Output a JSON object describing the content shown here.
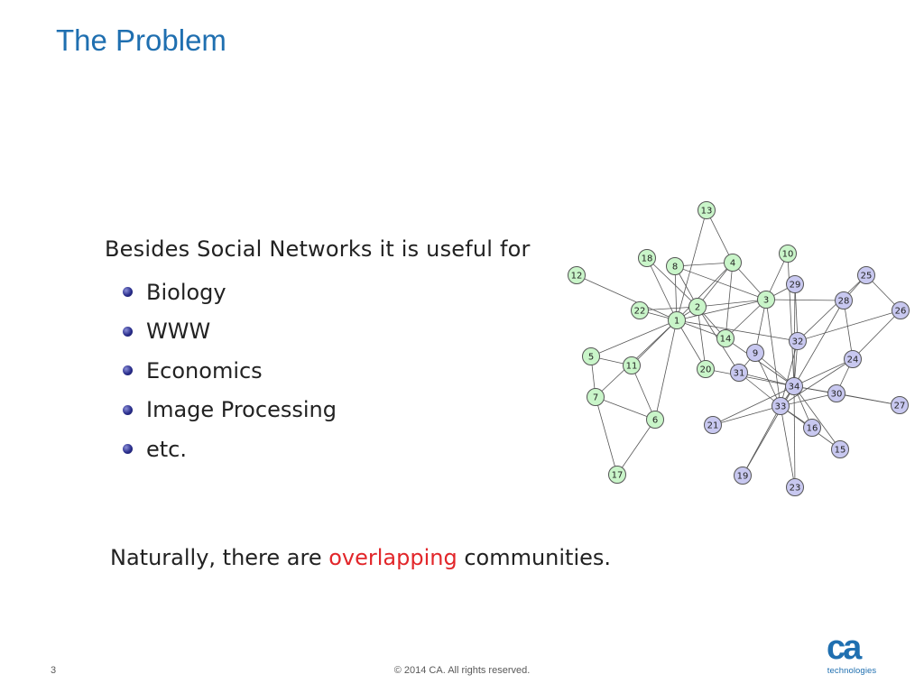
{
  "slide": {
    "title": "The Problem",
    "intro": "Besides Social Networks it is useful for",
    "bullets": [
      "Biology",
      "WWW",
      "Economics",
      "Image Processing",
      "etc."
    ],
    "conclusion_before": "Naturally, there are ",
    "conclusion_highlight": "overlapping",
    "conclusion_after": " communities."
  },
  "footer": {
    "page_number": "3",
    "copyright": "© 2014 CA. All rights reserved.",
    "logo_mark": "ca",
    "logo_text": "technologies"
  },
  "colors": {
    "title": "#1f6fb0",
    "highlight": "#e2262a",
    "community_a": "#c9f5c9",
    "community_b": "#c8c8f0",
    "node_stroke": "#555555"
  },
  "graph": {
    "community_a": [
      "1",
      "2",
      "3",
      "4",
      "5",
      "6",
      "7",
      "8",
      "10",
      "11",
      "12",
      "13",
      "14",
      "17",
      "18",
      "20",
      "22"
    ],
    "community_b": [
      "9",
      "15",
      "16",
      "19",
      "21",
      "23",
      "24",
      "25",
      "26",
      "27",
      "28",
      "29",
      "30",
      "31",
      "32",
      "33",
      "34"
    ],
    "nodes": [
      "13",
      "18",
      "8",
      "4",
      "10",
      "12",
      "22",
      "2",
      "1",
      "3",
      "29",
      "25",
      "28",
      "26",
      "14",
      "32",
      "9",
      "5",
      "11",
      "20",
      "31",
      "24",
      "34",
      "30",
      "27",
      "7",
      "33",
      "6",
      "21",
      "16",
      "15",
      "17",
      "19",
      "23"
    ],
    "edges": [
      [
        "1",
        "2"
      ],
      [
        "1",
        "3"
      ],
      [
        "1",
        "4"
      ],
      [
        "1",
        "5"
      ],
      [
        "1",
        "6"
      ],
      [
        "1",
        "7"
      ],
      [
        "1",
        "8"
      ],
      [
        "1",
        "11"
      ],
      [
        "1",
        "12"
      ],
      [
        "1",
        "13"
      ],
      [
        "1",
        "14"
      ],
      [
        "1",
        "18"
      ],
      [
        "1",
        "20"
      ],
      [
        "1",
        "22"
      ],
      [
        "1",
        "32"
      ],
      [
        "2",
        "3"
      ],
      [
        "2",
        "4"
      ],
      [
        "2",
        "8"
      ],
      [
        "2",
        "14"
      ],
      [
        "2",
        "18"
      ],
      [
        "2",
        "20"
      ],
      [
        "2",
        "22"
      ],
      [
        "2",
        "31"
      ],
      [
        "3",
        "4"
      ],
      [
        "3",
        "8"
      ],
      [
        "3",
        "9"
      ],
      [
        "3",
        "10"
      ],
      [
        "3",
        "14"
      ],
      [
        "3",
        "28"
      ],
      [
        "3",
        "29"
      ],
      [
        "3",
        "33"
      ],
      [
        "4",
        "8"
      ],
      [
        "4",
        "13"
      ],
      [
        "4",
        "14"
      ],
      [
        "5",
        "7"
      ],
      [
        "5",
        "11"
      ],
      [
        "6",
        "7"
      ],
      [
        "6",
        "11"
      ],
      [
        "6",
        "17"
      ],
      [
        "7",
        "17"
      ],
      [
        "9",
        "31"
      ],
      [
        "9",
        "33"
      ],
      [
        "9",
        "34"
      ],
      [
        "10",
        "34"
      ],
      [
        "14",
        "34"
      ],
      [
        "15",
        "33"
      ],
      [
        "15",
        "34"
      ],
      [
        "16",
        "33"
      ],
      [
        "16",
        "34"
      ],
      [
        "19",
        "33"
      ],
      [
        "19",
        "34"
      ],
      [
        "20",
        "34"
      ],
      [
        "21",
        "33"
      ],
      [
        "21",
        "34"
      ],
      [
        "23",
        "33"
      ],
      [
        "23",
        "34"
      ],
      [
        "24",
        "26"
      ],
      [
        "24",
        "28"
      ],
      [
        "24",
        "30"
      ],
      [
        "24",
        "33"
      ],
      [
        "24",
        "34"
      ],
      [
        "25",
        "26"
      ],
      [
        "25",
        "28"
      ],
      [
        "25",
        "32"
      ],
      [
        "26",
        "32"
      ],
      [
        "27",
        "30"
      ],
      [
        "27",
        "34"
      ],
      [
        "28",
        "34"
      ],
      [
        "29",
        "32"
      ],
      [
        "29",
        "34"
      ],
      [
        "30",
        "33"
      ],
      [
        "30",
        "34"
      ],
      [
        "31",
        "33"
      ],
      [
        "31",
        "34"
      ],
      [
        "32",
        "33"
      ],
      [
        "32",
        "34"
      ],
      [
        "33",
        "34"
      ]
    ]
  }
}
